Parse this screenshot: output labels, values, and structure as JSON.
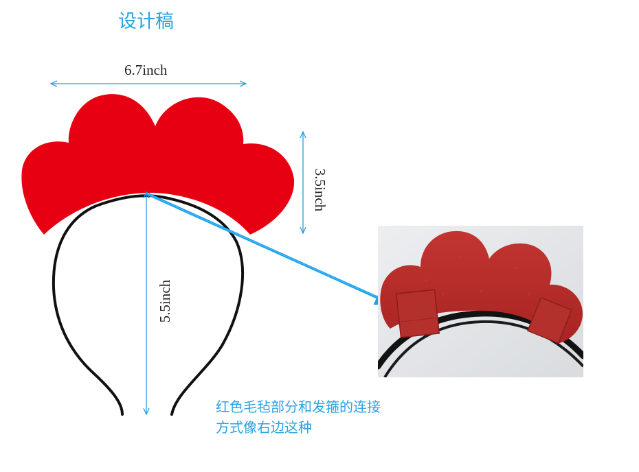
{
  "title": "设计稿",
  "dimensions": {
    "width": "6.7inch",
    "depth": "3.5inch",
    "height": "5.5inch"
  },
  "caption": {
    "line1": "红色毛毡部分和发箍的连接",
    "line2": "方式像右边这种"
  },
  "colors": {
    "accent": "#29a3e3",
    "felt_red": "#e60012",
    "photo_felt": "#b52a2a",
    "headband": "#111111",
    "dimension_line": "#2a9fd8"
  },
  "icons": {
    "pointer_arrow": "arrow-icon"
  }
}
